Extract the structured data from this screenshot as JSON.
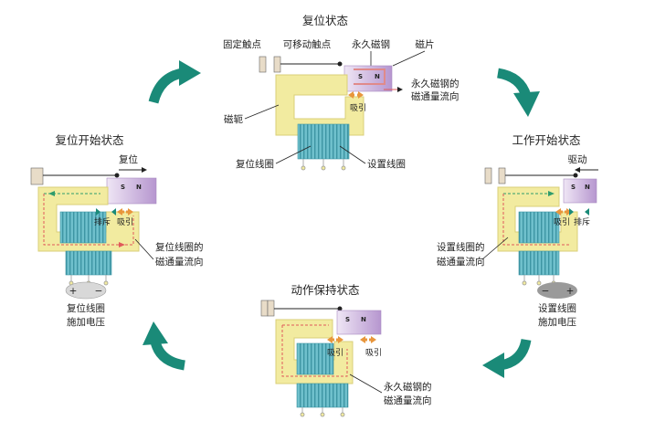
{
  "states": {
    "reset": {
      "title": "复位状态"
    },
    "work_start": {
      "title": "工作开始状态"
    },
    "hold": {
      "title": "动作保持状态"
    },
    "reset_start": {
      "title": "复位开始状态"
    }
  },
  "labels": {
    "fixed_contact": "固定触点",
    "movable_contact": "可移动触点",
    "permanent_magnet": "永久磁钢",
    "magnet_piece": "磁片",
    "pm_flux_1": "永久磁钢的",
    "pm_flux_2": "磁通量流向",
    "yoke": "磁轭",
    "reset_coil": "复位线圈",
    "set_coil": "设置线圈",
    "attract": "吸引",
    "repel": "排斥",
    "drive": "驱动",
    "reset_action": "复位",
    "set_flux_1": "设置线圈的",
    "set_flux_2": "磁通量流向",
    "reset_flux_1": "复位线圈的",
    "reset_flux_2": "磁通量流向",
    "set_voltage_1": "设置线圈",
    "set_voltage_2": "施加电压",
    "reset_voltage_1": "复位线圈",
    "reset_voltage_2": "施加电压",
    "hold_flux_1": "永久磁钢的",
    "hold_flux_2": "磁通量流向",
    "pole_s": "S",
    "pole_n": "N",
    "plus": "+",
    "minus": "−"
  },
  "colors": {
    "yoke_fill": "#f2eba0",
    "yoke_stroke": "#d9cf78",
    "coil": "#5fb5c2",
    "magnet_box": "#c9b3d9",
    "magnet_box_light": "#e6dcef",
    "contact": "#e8dcc8",
    "cycle_arrow": "#1a8a78",
    "flux_red": "#e05a5a",
    "flux_green": "#2f9c6c",
    "force_arrow": "#e8963c"
  }
}
